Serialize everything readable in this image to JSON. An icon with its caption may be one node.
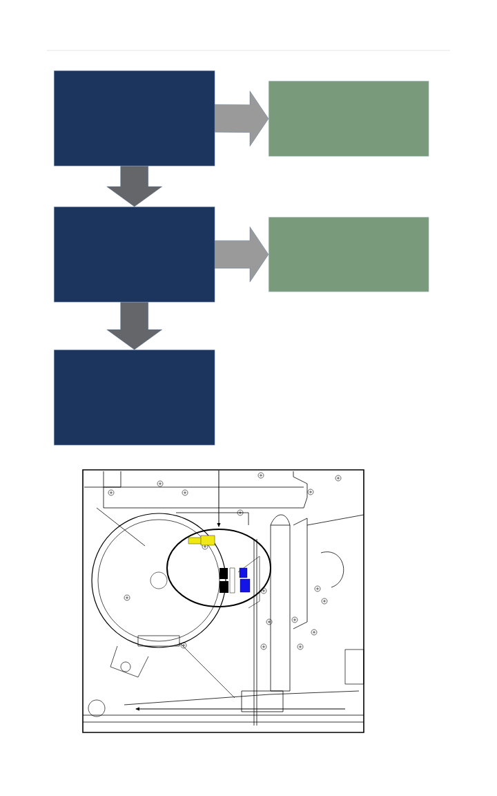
{
  "diagram": {
    "nodes": [
      {
        "text": [],
        "shape": "box"
      },
      {
        "text": [],
        "shape": "box"
      },
      {
        "text": [],
        "shape": "box"
      },
      {
        "text": [],
        "shape": "box"
      },
      {
        "text": [],
        "shape": "box"
      }
    ],
    "edges": [
      {
        "from": 0,
        "to": 1,
        "arrow": "to",
        "color": "#9a9a9a"
      },
      {
        "from": 0,
        "to": 2,
        "arrow": "to",
        "color": "#646669"
      },
      {
        "from": 2,
        "to": 3,
        "arrow": "to",
        "color": "#9a9a9a"
      },
      {
        "from": 2,
        "to": 4,
        "arrow": "to",
        "color": "#646669"
      }
    ]
  }
}
